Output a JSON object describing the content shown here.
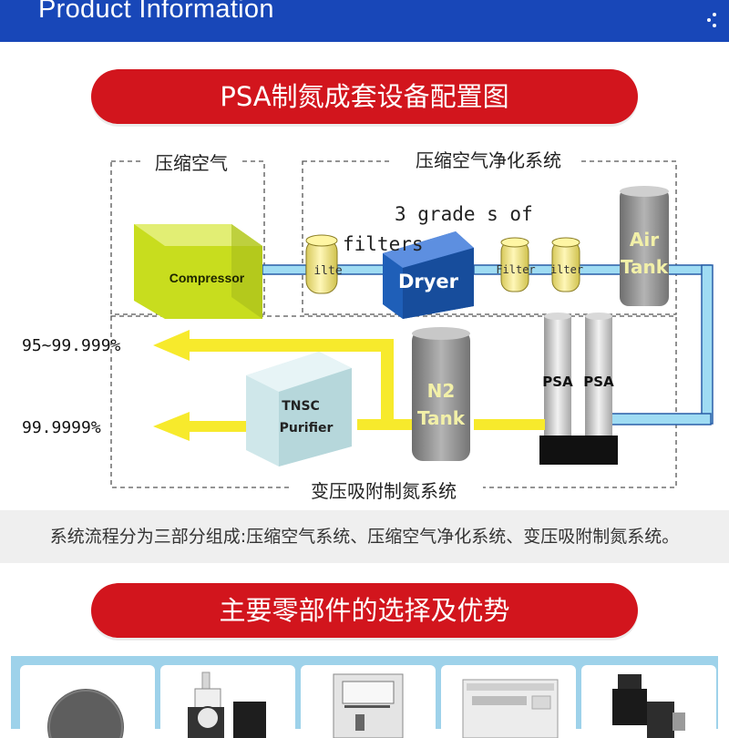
{
  "header": {
    "title": "Product Information",
    "menu_icon": "vertical-dots-icon"
  },
  "sections": {
    "config_title": "PSA制氮成套设备配置图",
    "parts_title": "主要零部件的选择及优势"
  },
  "diagram": {
    "groups": {
      "compressed_air": "压缩空气",
      "air_purification": "压缩空气净化系统",
      "psa_nitrogen": "变压吸附制氮系统"
    },
    "components": {
      "compressor": "Compressor",
      "filter_1": "ilte",
      "dryer_note_1": "3 grade s of",
      "dryer_note_2": "filters",
      "dryer": "Dryer",
      "filter_2": "Filter",
      "filter_3": "ilter",
      "air_tank_1": "Air",
      "air_tank_2": "Tank",
      "psa_left": "PSA",
      "psa_right": "PSA",
      "n2_tank_1": "N2",
      "n2_tank_2": "Tank",
      "purifier_1": "TNSC",
      "purifier_2": "Purifier"
    },
    "outputs": {
      "purity_standard": "95~99.999%",
      "purity_high": "99.9999%"
    },
    "colors": {
      "compressor": "#c8dd1e",
      "dryer": "#1f5fb8",
      "filter": "#f6e98a",
      "pipe": "#9fdcf3",
      "flow_arrow": "#f7ea2c",
      "tank": "#9a9a9a",
      "purifier": "#cfe7ea"
    }
  },
  "caption": "系统流程分为三部分组成:压缩空气系统、压缩空气净化系统、变压吸附制氮系统。",
  "parts_strip": {
    "items": [
      "molecular-sieve-image",
      "pressure-regulator-image",
      "pressure-switch-image",
      "plc-controller-image",
      "solenoid-valve-image"
    ]
  }
}
